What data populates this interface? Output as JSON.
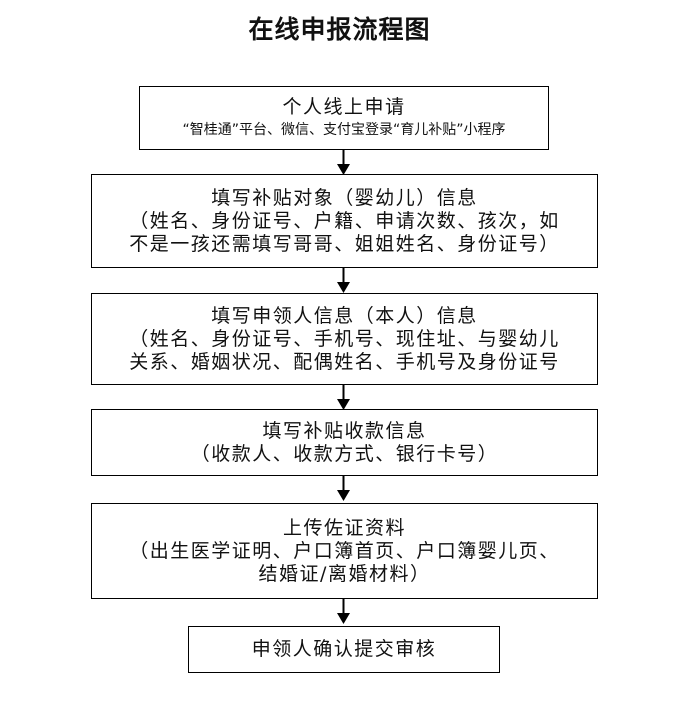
{
  "title": "在线申报流程图",
  "steps": [
    {
      "heading": "个人线上申请",
      "details": [
        "“智桂通”平台、微信、支付宝登录“育儿补贴”小程序"
      ]
    },
    {
      "heading": "填写补贴对象（婴幼儿）信息",
      "details": [
        "（姓名、身份证号、户籍、申请次数、孩次，如",
        "不是一孩还需填写哥哥、姐姐姓名、身份证号）"
      ]
    },
    {
      "heading": "填写申领人信息（本人）信息",
      "details": [
        "（姓名、身份证号、手机号、现住址、与婴幼儿",
        "关系、婚姻状况、配偶姓名、手机号及身份证号"
      ]
    },
    {
      "heading": "填写补贴收款信息",
      "details": [
        "（收款人、收款方式、银行卡号）"
      ]
    },
    {
      "heading": "上传佐证资料",
      "details": [
        "（出生医学证明、户口簿首页、户口簿婴儿页、",
        "结婚证/离婚材料）"
      ]
    },
    {
      "heading": "申领人确认提交审核",
      "details": []
    }
  ]
}
